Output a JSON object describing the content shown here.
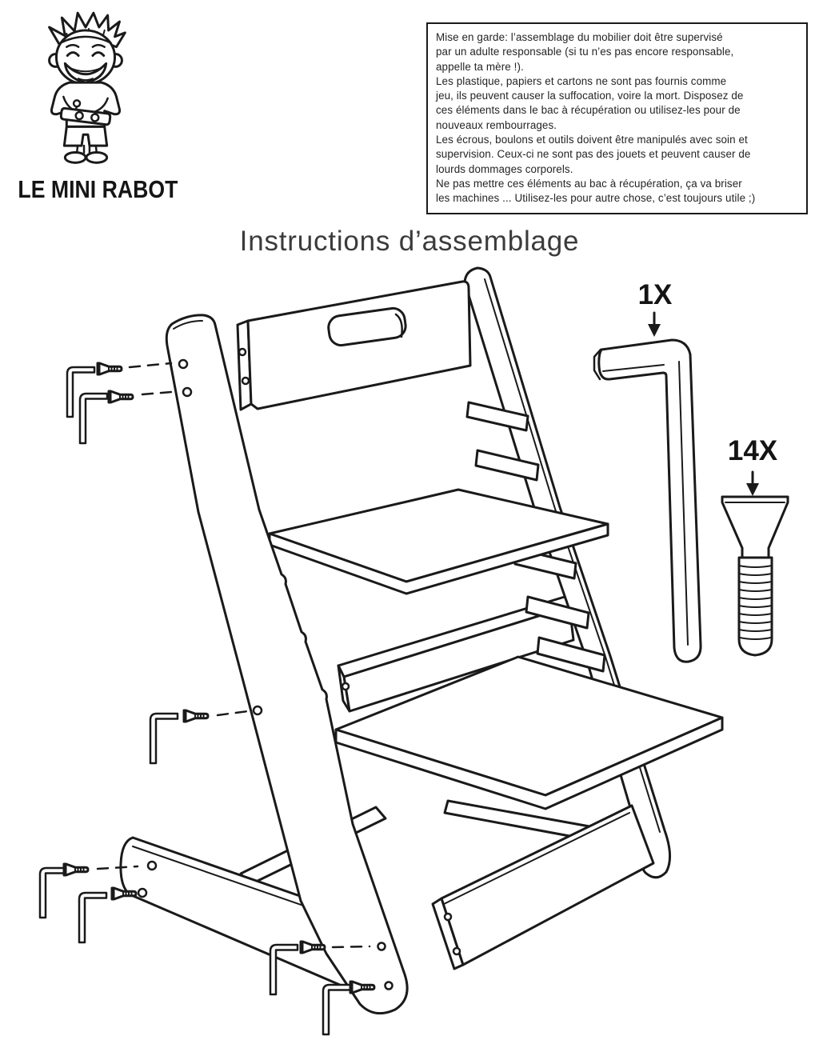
{
  "page": {
    "background": "#ffffff",
    "ink": "#1a1a1a"
  },
  "logo": {
    "brand": "LE MINI RABOT",
    "illustration": "smiling-boy-holding-hand-plane"
  },
  "warning_box": {
    "lines": [
      "Mise en garde:  l’assemblage du mobilier doit être supervisé",
      "par un adulte responsable (si tu n’es pas encore responsable,",
      "appelle ta mère !).",
      "Les plastique, papiers et cartons ne sont pas fournis comme",
      "jeu, ils peuvent causer la suffocation, voire la mort. Disposez de",
      "ces éléments dans le bac à récupération ou utilisez-les pour de",
      "nouveaux rembourrages.",
      "Les écrous, boulons et outils doivent être manipulés avec soin et",
      "supervision. Ceux-ci ne sont pas des jouets et peuvent causer de",
      "lourds dommages corporels.",
      "Ne pas mettre ces éléments au bac à récupération, ça va briser",
      "les machines ... Utilisez-les pour autre chose, c’est toujours utile ;)"
    ]
  },
  "title": "Instructions d’assemblage",
  "hardware_callouts": [
    {
      "label": "1X",
      "item": "allen-key"
    },
    {
      "label": "14X",
      "item": "countersunk-screw"
    }
  ],
  "diagram": {
    "subject": "exploded-view-adjustable-children-high-chair",
    "parts": [
      "left-side-rail",
      "right-side-rail",
      "backrest",
      "seat-panel",
      "front-cross-rail",
      "footrest-panel",
      "front-foot-board",
      "rear-brace"
    ],
    "screws_shown": 7,
    "allen_keys_shown": 7
  }
}
